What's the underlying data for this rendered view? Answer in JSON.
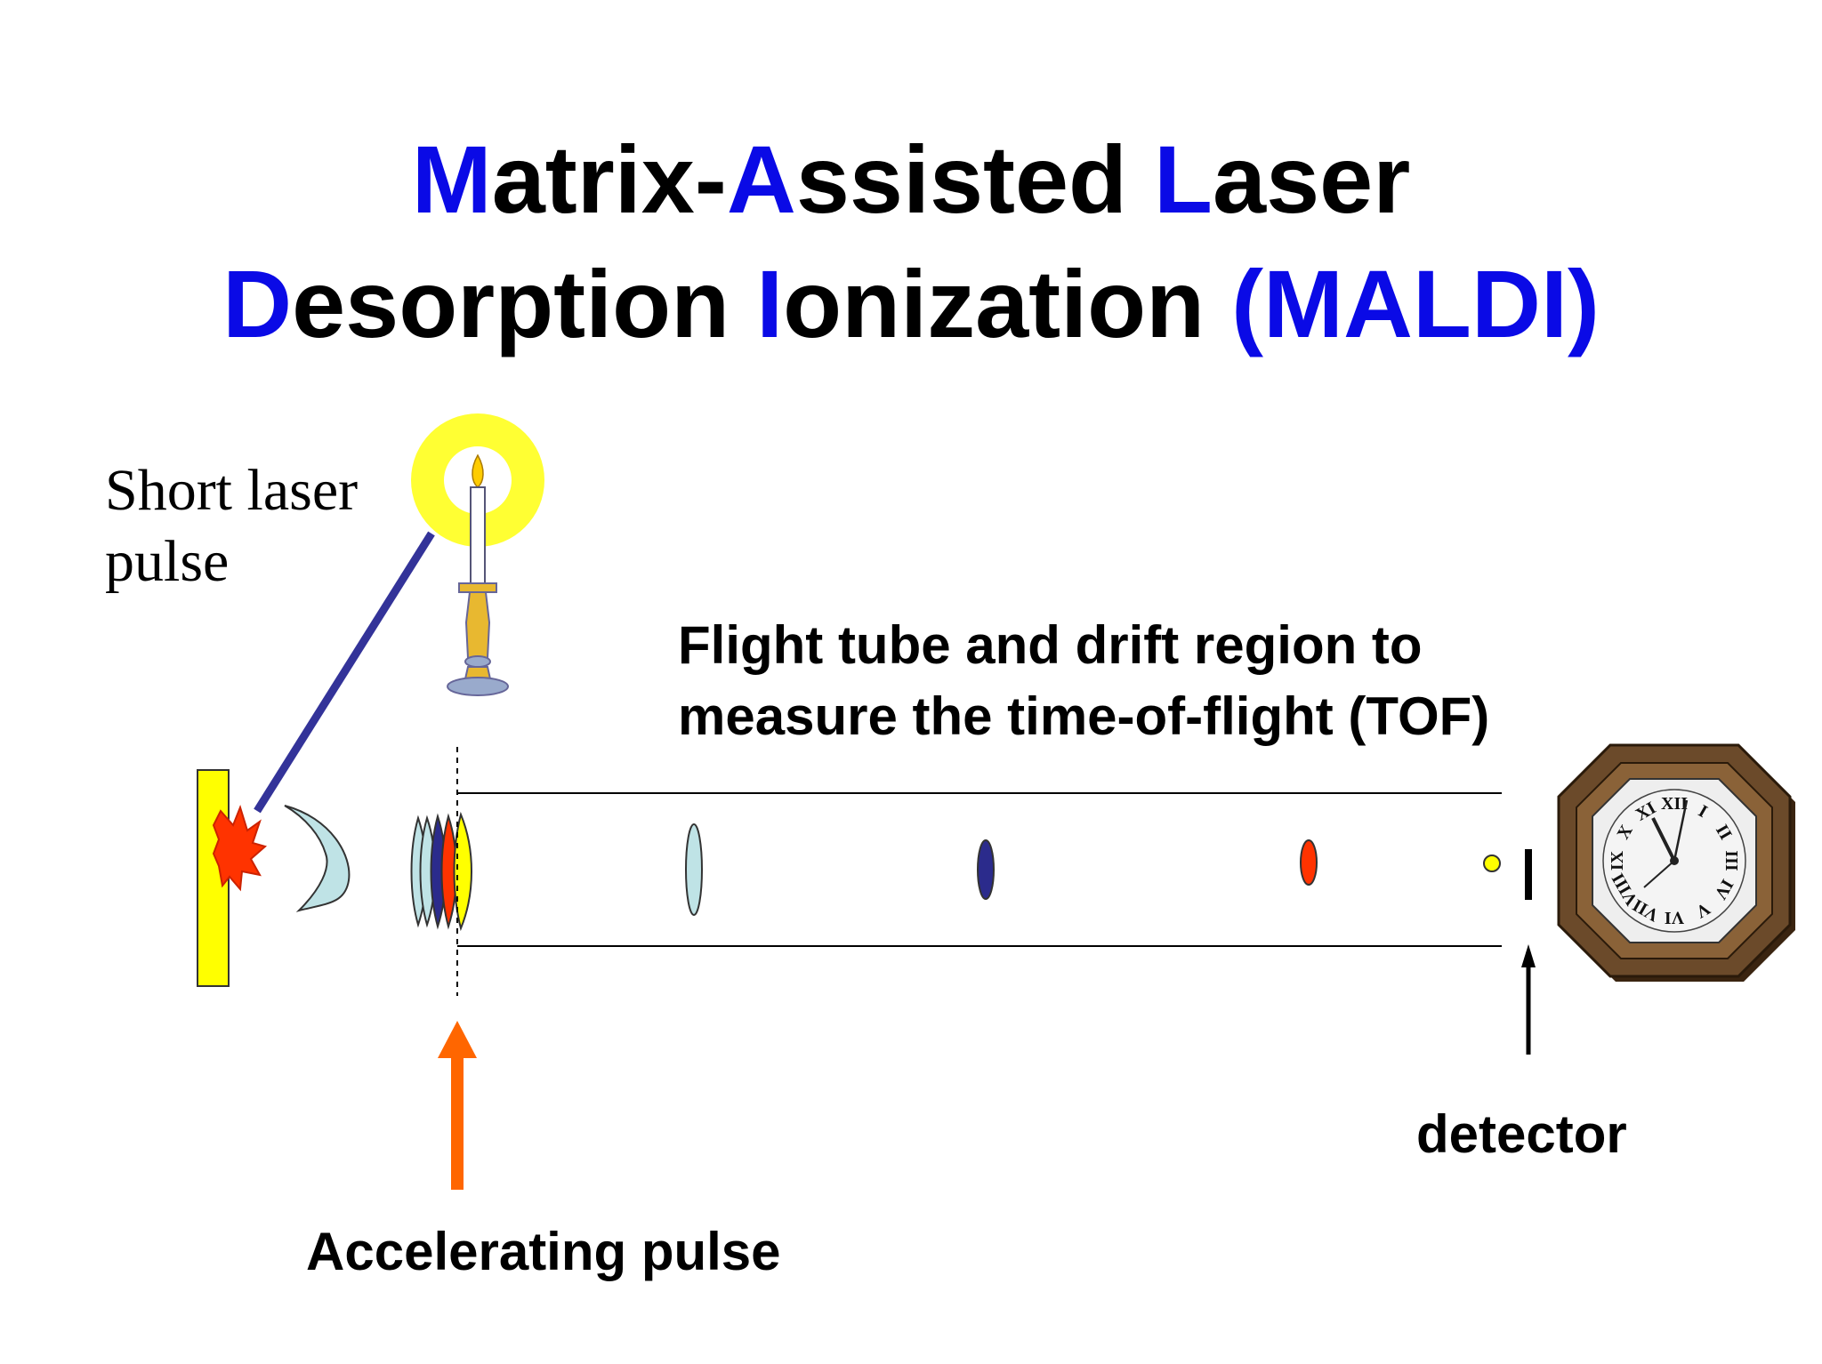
{
  "title": {
    "line1": [
      {
        "text": "M",
        "accent": true
      },
      {
        "text": "atrix-",
        "accent": false
      },
      {
        "text": "A",
        "accent": true
      },
      {
        "text": "ssisted ",
        "accent": false
      },
      {
        "text": "L",
        "accent": true
      },
      {
        "text": "aser",
        "accent": false
      }
    ],
    "line2": [
      {
        "text": "D",
        "accent": true
      },
      {
        "text": "esorption ",
        "accent": false
      },
      {
        "text": "I",
        "accent": true
      },
      {
        "text": "onization ",
        "accent": false
      },
      {
        "text": "(MALDI)",
        "accent": true
      }
    ]
  },
  "labels": {
    "laser_line1": "Short laser",
    "laser_line2": "pulse",
    "flight_line1": "Flight tube and drift region to",
    "flight_line2": "measure the time-of-flight (TOF)",
    "detector": "detector",
    "accelerating": "Accelerating pulse"
  },
  "clock": {
    "numerals": [
      "XII",
      "I",
      "II",
      "III",
      "IV",
      "V",
      "VI",
      "VII",
      "VIII",
      "IX",
      "X",
      "XI"
    ]
  },
  "colors": {
    "accent_text": "#0a0ae6",
    "target_plate": "#ffff00",
    "laser_beam": "#333399",
    "burst": "#ff3300",
    "crescent": "#bfe3e6",
    "ion_light_blue": "#bfe3e6",
    "ion_navy": "#2b2b8c",
    "ion_red": "#ff3300",
    "ion_yellow": "#ffff00",
    "accelerating_arrow": "#ff6600",
    "lamp_glow": "#ffff44",
    "candle_holder": "#e8b830",
    "clock_frame": "#6b4a2a"
  }
}
